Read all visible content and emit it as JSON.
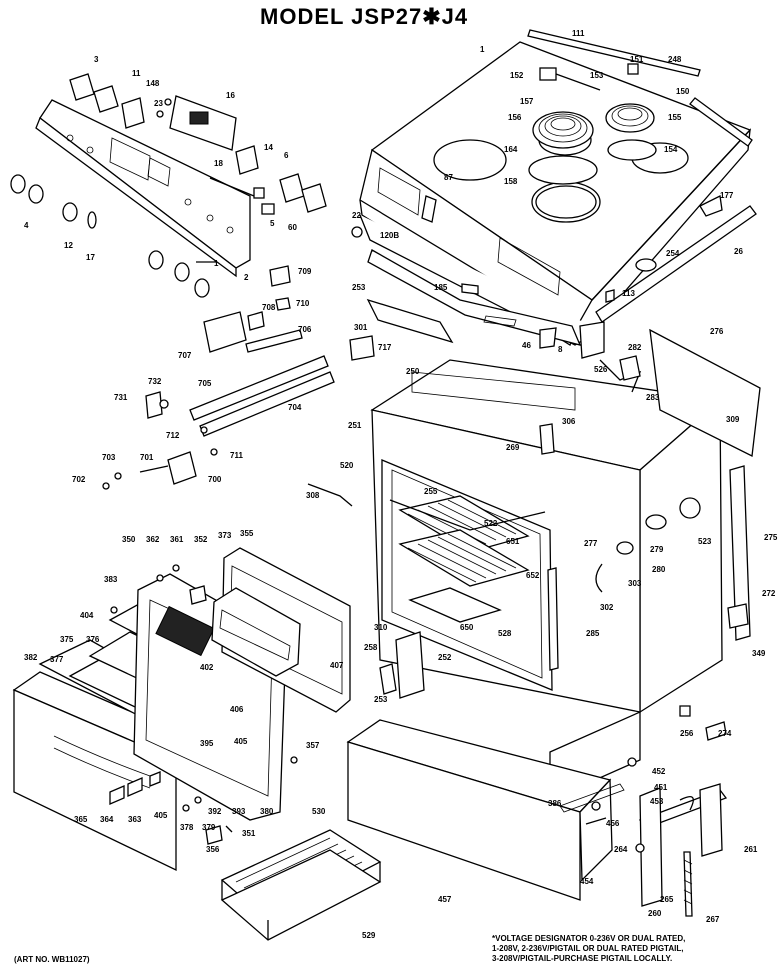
{
  "diagram": {
    "title": "MODEL JSP27✱J4",
    "note_lines": [
      "*VOLTAGE DESIGNATOR 0-236V OR DUAL RATED,",
      "1-208V, 2-236V/PIGTAIL OR DUAL RATED PIGTAIL,",
      "3-208V/PIGTAIL-PURCHASE PIGTAIL LOCALLY."
    ],
    "art_number": "(ART NO. WB11027)",
    "callouts": [
      "111",
      "1",
      "151",
      "248",
      "152",
      "153",
      "150",
      "157",
      "155",
      "156",
      "164",
      "154",
      "158",
      "87",
      "177",
      "22",
      "120B",
      "254",
      "26",
      "253",
      "185",
      "113",
      "301",
      "46",
      "8",
      "717",
      "276",
      "282",
      "250",
      "526",
      "283",
      "251",
      "306",
      "269",
      "309",
      "520",
      "308",
      "255",
      "522",
      "651",
      "277",
      "279",
      "523",
      "275",
      "652",
      "280",
      "303",
      "302",
      "272",
      "650",
      "528",
      "285",
      "310",
      "252",
      "258",
      "253b",
      "349",
      "3",
      "11",
      "148",
      "23",
      "16",
      "18",
      "14",
      "6",
      "5",
      "60",
      "4",
      "12",
      "17",
      "1b",
      "2",
      "709",
      "708",
      "710",
      "706",
      "707",
      "705",
      "704",
      "731",
      "732",
      "712",
      "711",
      "703",
      "701",
      "702",
      "700",
      "350",
      "362",
      "361",
      "352",
      "373",
      "355",
      "383",
      "404",
      "375",
      "376",
      "402",
      "382",
      "377",
      "406",
      "405",
      "395",
      "407",
      "357",
      "365",
      "364",
      "363",
      "405b",
      "378",
      "379",
      "392",
      "393",
      "380",
      "351",
      "356",
      "530",
      "529",
      "256",
      "274",
      "452",
      "451",
      "386",
      "453",
      "456",
      "264",
      "261",
      "454",
      "457",
      "265",
      "267",
      "260"
    ]
  }
}
